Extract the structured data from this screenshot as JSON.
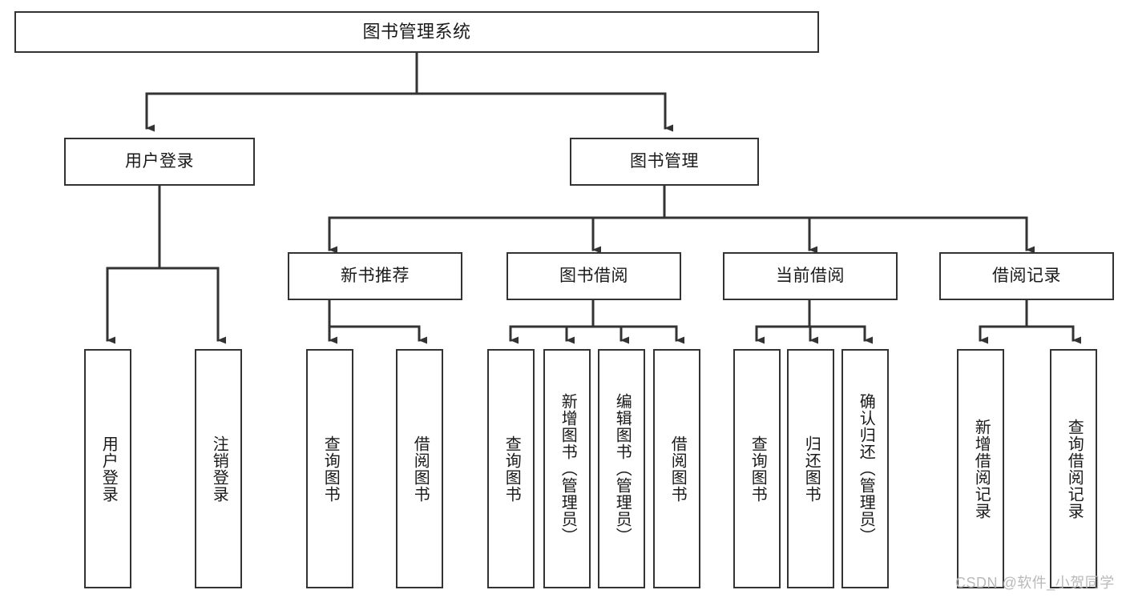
{
  "diagram": {
    "type": "tree-hierarchy",
    "title": "图书管理系统",
    "watermark": "CSDN @软件_小贺同学",
    "colors": {
      "box_border": "#333333",
      "box_fill": "#ffffff",
      "connector": "#333333",
      "text": "#1a1a1a",
      "watermark": "#b9b9b9"
    },
    "levels": {
      "root": {
        "label": "图书管理系统"
      },
      "level2": [
        {
          "label": "用户登录"
        },
        {
          "label": "图书管理"
        }
      ],
      "level3": [
        {
          "label": "新书推荐"
        },
        {
          "label": "图书借阅"
        },
        {
          "label": "当前借阅"
        },
        {
          "label": "借阅记录"
        }
      ],
      "leaves": [
        {
          "label": "用户登录",
          "parent": "用户登录"
        },
        {
          "label": "注销登录",
          "parent": "用户登录"
        },
        {
          "label": "查询图书",
          "parent": "新书推荐"
        },
        {
          "label": "借阅图书",
          "parent": "新书推荐"
        },
        {
          "label": "查询图书",
          "parent": "图书借阅"
        },
        {
          "label": "新增图书（管理员）",
          "parent": "图书借阅"
        },
        {
          "label": "编辑图书（管理员）",
          "parent": "图书借阅"
        },
        {
          "label": "借阅图书",
          "parent": "图书借阅"
        },
        {
          "label": "查询图书",
          "parent": "当前借阅"
        },
        {
          "label": "归还图书",
          "parent": "当前借阅"
        },
        {
          "label": "确认归还（管理员）",
          "parent": "当前借阅"
        },
        {
          "label": "新增借阅记录",
          "parent": "借阅记录"
        },
        {
          "label": "查询借阅记录",
          "parent": "借阅记录"
        }
      ]
    }
  }
}
